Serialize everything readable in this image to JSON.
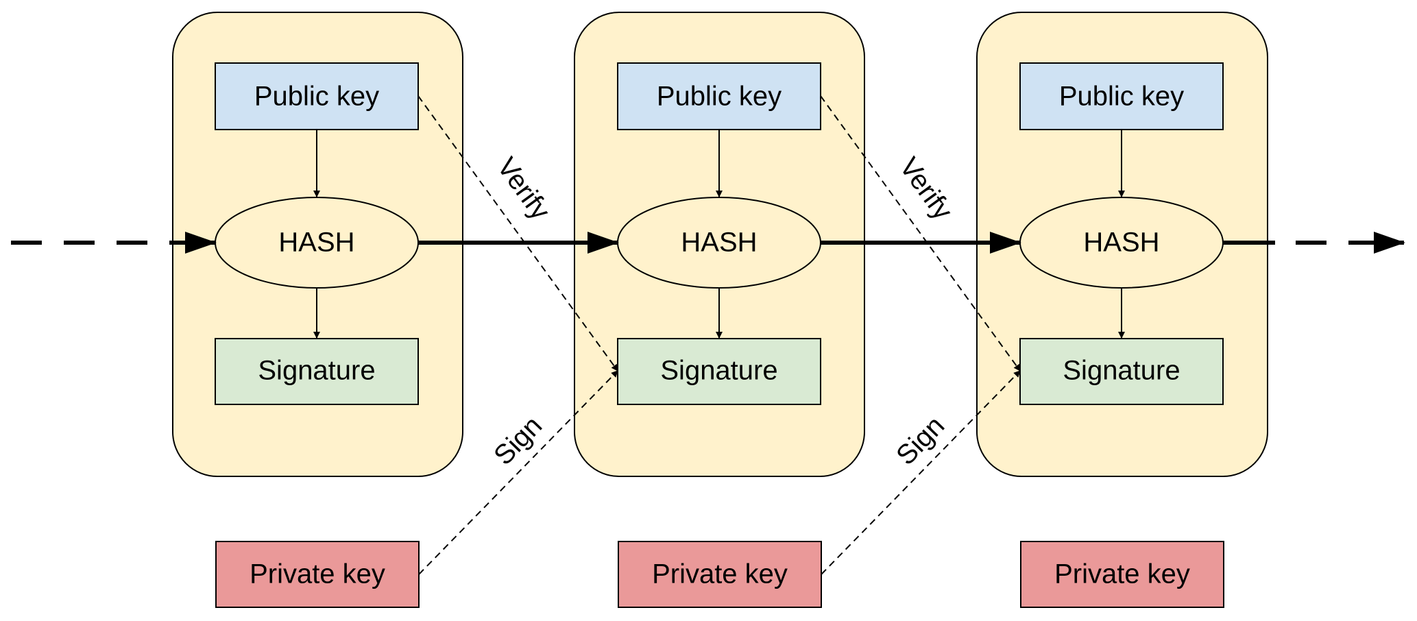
{
  "blocks": [
    {
      "public_key": "Public key",
      "hash": "HASH",
      "signature": "Signature",
      "private_key": "Private key"
    },
    {
      "public_key": "Public key",
      "hash": "HASH",
      "signature": "Signature",
      "private_key": "Private key"
    },
    {
      "public_key": "Public key",
      "hash": "HASH",
      "signature": "Signature",
      "private_key": "Private key"
    }
  ],
  "links": [
    {
      "verify": "Verify",
      "sign": "Sign"
    },
    {
      "verify": "Verify",
      "sign": "Sign"
    }
  ],
  "colors": {
    "block_fill": "#FFF2CC",
    "public_key_fill": "#CFE2F3",
    "signature_fill": "#D9EAD3",
    "private_key_fill": "#EA9999"
  }
}
